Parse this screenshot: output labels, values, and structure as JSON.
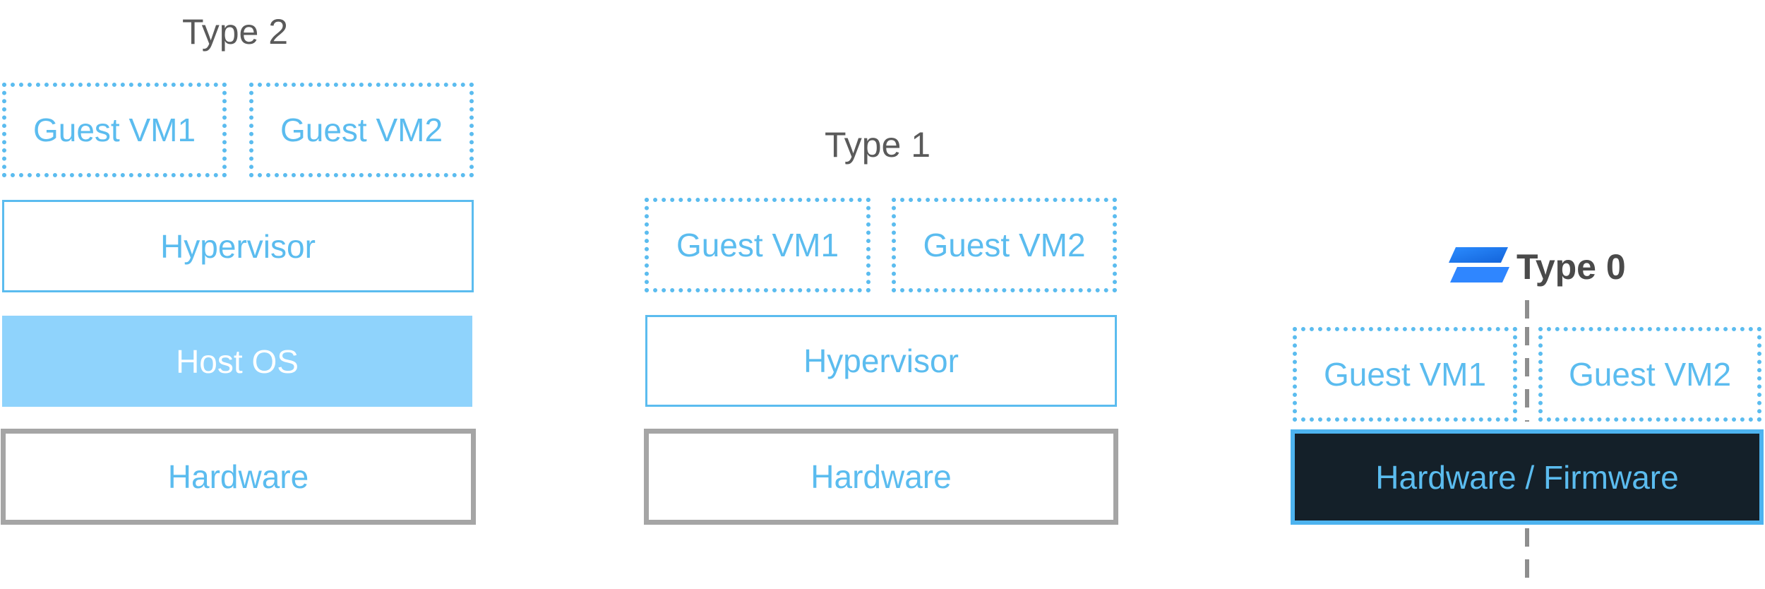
{
  "type2": {
    "title": "Type 2",
    "vm1": "Guest VM1",
    "vm2": "Guest VM2",
    "hypervisor": "Hypervisor",
    "host_os": "Host OS",
    "hardware": "Hardware"
  },
  "type1": {
    "title": "Type 1",
    "vm1": "Guest VM1",
    "vm2": "Guest VM2",
    "hypervisor": "Hypervisor",
    "hardware": "Hardware"
  },
  "type0": {
    "title": "Type 0",
    "vm1": "Guest VM1",
    "vm2": "Guest VM2",
    "hardware_firmware": "Hardware / Firmware"
  },
  "colors": {
    "accent": "#5bbcef",
    "host_os_fill": "#8fd3fc",
    "hardware_border": "#a5a5a5",
    "firmware_fill": "#142029",
    "divider": "#8e8e8e"
  },
  "icons": [
    "type0-logo-icon"
  ]
}
